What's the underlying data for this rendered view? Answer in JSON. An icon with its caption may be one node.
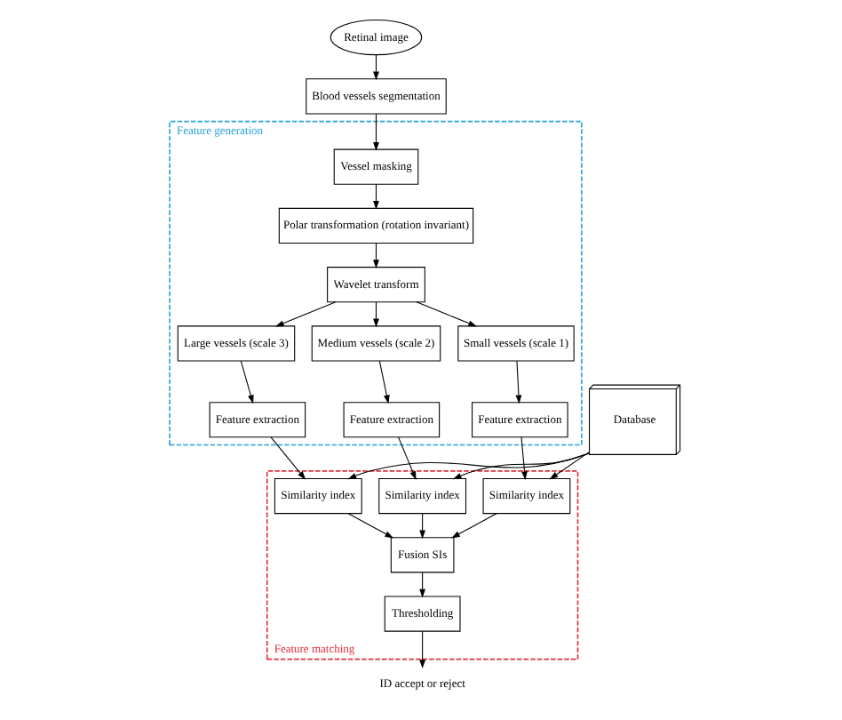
{
  "diagram": {
    "nodes": [
      {
        "text": [
          "Retinal image"
        ]
      },
      {
        "text": [
          "Blood vessels segmentation"
        ]
      },
      {
        "text": [
          "Feature generation"
        ]
      },
      {
        "text": [
          "Vessel masking"
        ],
        "in": 2
      },
      {
        "text": [
          "Polar transformation (rotation invariant)"
        ],
        "in": 2
      },
      {
        "text": [
          "Wavelet transform"
        ],
        "in": 2
      },
      {
        "text": [
          "Large vessels (scale 3)"
        ],
        "in": 2
      },
      {
        "text": [
          "Medium vessels (scale 2)"
        ],
        "in": 2
      },
      {
        "text": [
          "Small vessels (scale 1)"
        ],
        "in": 2
      },
      {
        "text": [
          "Feature extraction"
        ],
        "in": 2
      },
      {
        "text": [
          "Feature extraction"
        ],
        "in": 2
      },
      {
        "text": [
          "Feature extraction"
        ],
        "in": 2
      },
      {
        "text": [
          "Database"
        ]
      },
      {
        "text": [
          "Feature matching"
        ]
      },
      {
        "text": [
          "Similarity index"
        ],
        "in": 13
      },
      {
        "text": [
          "Similarity index"
        ],
        "in": 13
      },
      {
        "text": [
          "Similarity index"
        ],
        "in": 13
      },
      {
        "text": [
          "Fusion SIs"
        ],
        "in": 13
      },
      {
        "text": [
          "Thresholding"
        ],
        "in": 13
      },
      {
        "text": [
          "ID accept or reject"
        ]
      }
    ],
    "edges": [
      {
        "from": 0,
        "to": 1,
        "arrow": "to"
      },
      {
        "from": 1,
        "to": 3,
        "arrow": "to"
      },
      {
        "from": 3,
        "to": 4,
        "arrow": "to"
      },
      {
        "from": 4,
        "to": 5,
        "arrow": "to"
      },
      {
        "from": 5,
        "to": 6,
        "arrow": "to"
      },
      {
        "from": 5,
        "to": 7,
        "arrow": "to"
      },
      {
        "from": 5,
        "to": 8,
        "arrow": "to"
      },
      {
        "from": 6,
        "to": 9,
        "arrow": "to"
      },
      {
        "from": 7,
        "to": 10,
        "arrow": "to"
      },
      {
        "from": 8,
        "to": 11,
        "arrow": "to"
      },
      {
        "from": 9,
        "to": 14,
        "arrow": "to"
      },
      {
        "from": 10,
        "to": 15,
        "arrow": "to"
      },
      {
        "from": 11,
        "to": 16,
        "arrow": "to"
      },
      {
        "from": 12,
        "to": 14,
        "arrow": "to"
      },
      {
        "from": 12,
        "to": 15,
        "arrow": "to"
      },
      {
        "from": 12,
        "to": 16,
        "arrow": "to"
      },
      {
        "from": 14,
        "to": 17,
        "arrow": "to"
      },
      {
        "from": 15,
        "to": 17,
        "arrow": "to"
      },
      {
        "from": 16,
        "to": 17,
        "arrow": "to"
      },
      {
        "from": 17,
        "to": 18,
        "arrow": "to"
      },
      {
        "from": 18,
        "to": 19,
        "arrow": "to"
      }
    ]
  }
}
